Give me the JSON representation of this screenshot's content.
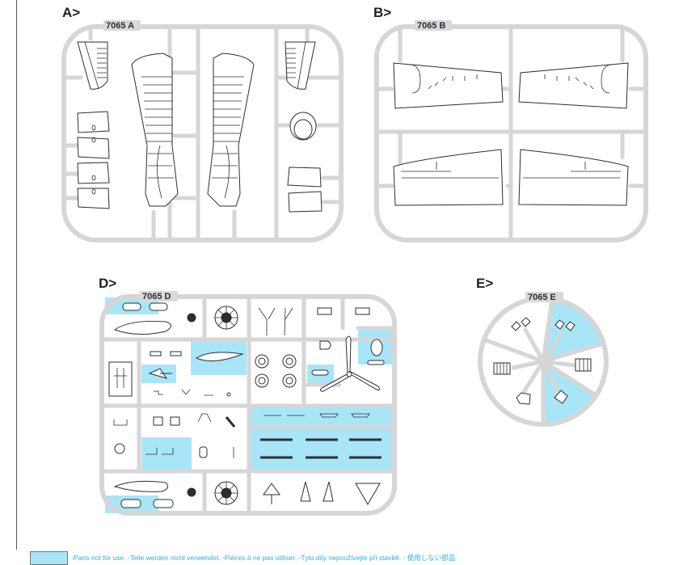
{
  "sprues": {
    "A": {
      "section": "A>",
      "code": "7065 A"
    },
    "B": {
      "section": "B>",
      "code": "7065 B"
    },
    "D": {
      "section": "D>",
      "code": "7065 D"
    },
    "E": {
      "section": "E>",
      "code": "7065 E"
    }
  },
  "legend": {
    "text": "-Parts not for use. -Teile werden nicht verwendet. -Pièces à ne pas utiliser. -Tyto díly nepoužívejte při stavbě. -   使用しない部品",
    "highlight_color": "#a8e6f7"
  }
}
